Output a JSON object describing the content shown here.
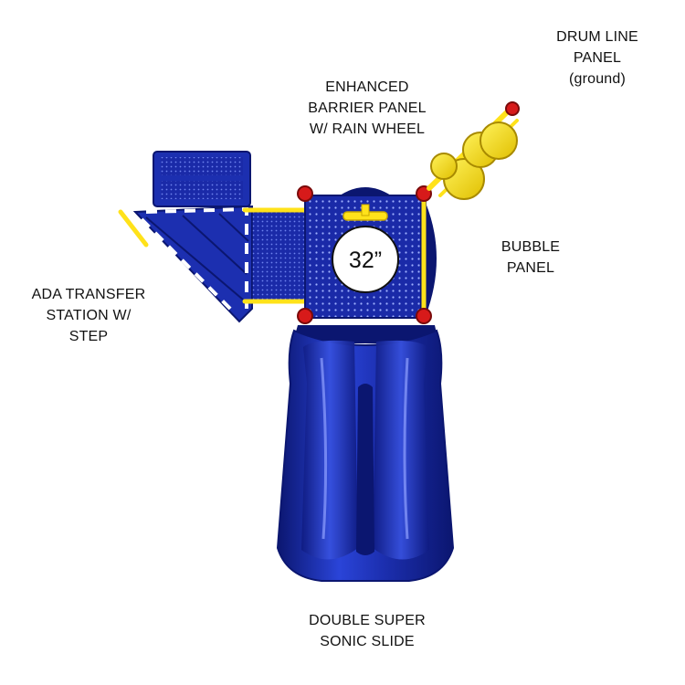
{
  "labels": {
    "drum_line_panel": [
      "DRUM LINE",
      "PANEL",
      "(ground)"
    ],
    "enhanced_barrier_panel": [
      "ENHANCED",
      "BARRIER PANEL",
      "W/ RAIN WHEEL"
    ],
    "bubble_panel": [
      "BUBBLE",
      "PANEL"
    ],
    "ada_transfer_station": [
      "ADA TRANSFER",
      "STATION W/",
      "STEP"
    ],
    "double_super_sonic_slide": [
      "DOUBLE SUPER",
      "SONIC SLIDE"
    ]
  },
  "deck": {
    "size_label": "32”"
  },
  "colors": {
    "blue": "#1c2fb0",
    "blue_dark": "#0b1670",
    "blue_light": "#4f66e6",
    "yellow": "#ffe21a",
    "yellow_dark": "#c9a800",
    "red": "#d71a1a",
    "white": "#ffffff"
  }
}
